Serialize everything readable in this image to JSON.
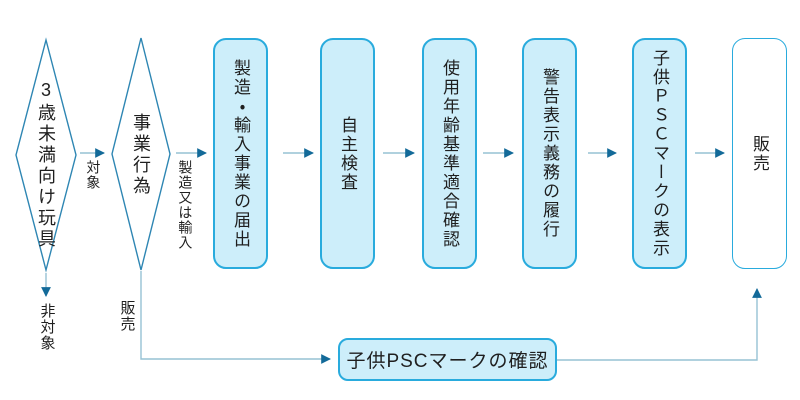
{
  "flowchart": {
    "decisions": [
      {
        "label": "3歳未満向け玩具"
      },
      {
        "label": "事業行為"
      }
    ],
    "stages": [
      {
        "label": "製造・輸入事業の届出"
      },
      {
        "label": "自主検査"
      },
      {
        "label": "使用年齢基準適合確認"
      },
      {
        "label": "警告表示義務の履行"
      },
      {
        "label": "子供ＰＳＣマークの表示"
      },
      {
        "label": "販売"
      }
    ],
    "edge_labels": {
      "target": "対象",
      "non_target": "非対象",
      "manufacture_or_import": "製造又は輸入",
      "sale": "販売"
    },
    "bottom_box": {
      "label": "子供PSCマークの確認"
    },
    "edges": [
      "3歳未満向け玩具 →(対象) 事業行為",
      "3歳未満向け玩具 →(非対象)",
      "事業行為 →(製造又は輸入) 製造・輸入事業の届出",
      "製造・輸入事業の届出 → 自主検査 → 使用年齢基準適合確認 → 警告表示義務の履行 → 子供ＰＳＣマークの表示 → 販売",
      "事業行為 →(販売) 子供PSCマークの確認 → 販売"
    ],
    "colors": {
      "stage_fill": "#cdeefa",
      "stage_border": "#29abdd",
      "diamond_border": "#2e86b3",
      "connector_line": "#96c2d4",
      "arrowhead": "#136a99",
      "text": "#1f1f1f"
    }
  }
}
